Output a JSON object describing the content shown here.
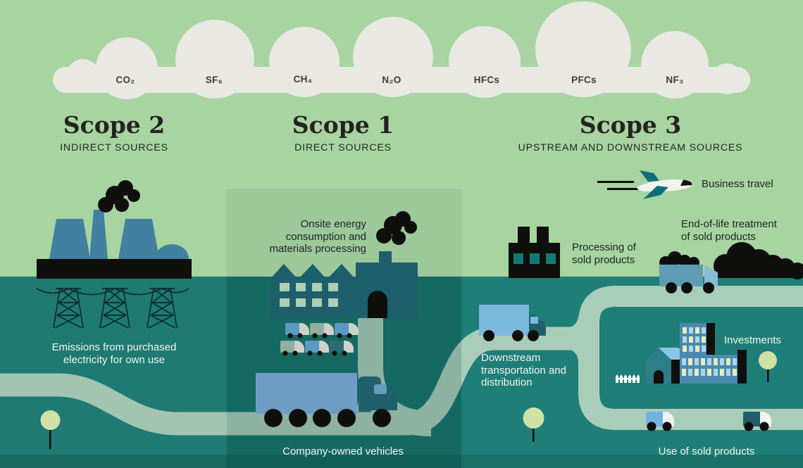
{
  "cloud": {
    "gases": [
      "CO₂",
      "SF₆",
      "CH₄",
      "N₂O",
      "HFCs",
      "PFCs",
      "NF₃"
    ]
  },
  "scopes": {
    "scope2": {
      "title": "Scope 2",
      "subtitle": "INDIRECT SOURCES"
    },
    "scope1": {
      "title": "Scope 1",
      "subtitle": "DIRECT SOURCES"
    },
    "scope3": {
      "title": "Scope 3",
      "subtitle": "UPSTREAM AND DOWNSTREAM SOURCES"
    }
  },
  "labels": {
    "emissions_purchased": "Emissions from purchased electricity for own use",
    "onsite": "Onsite energy consumption and materials processing",
    "company_vehicles": "Company-owned vehicles",
    "business_travel": "Business travel",
    "processing": "Processing of sold products",
    "end_of_life": "End-of-life treatment of sold products",
    "downstream": "Downstream transportation and distribution",
    "investments": "Investments",
    "use_of_sold": "Use of sold products"
  },
  "colors": {
    "sky": "#a7d4a0",
    "sky_mid": "#9cc89a",
    "cloud": "#e9e8e2",
    "ground_left": "#1e7a72",
    "ground_mid": "#146963",
    "ground_right": "#1f7e77",
    "ground_bottom_left": "#186a61",
    "ground_bottom_mid": "#115f59",
    "ground_bottom_right": "#1a716a",
    "road_left": "#a2c4b1",
    "road_mid": "#8db2a2",
    "road_right": "#aacdb9",
    "ink": "#0f0f0e",
    "steel_blue": "#41809f",
    "factory_teal": "#1d5f6a",
    "window_mint": "#abd0b5",
    "truck_blue": "#6f9cc4",
    "cab_teal": "#1f606b",
    "cab_window": "#639bc0",
    "van_blue": "#5c99c0",
    "van_sage": "#8fae9e",
    "van_teal": "#2d6b77",
    "van_gray": "#cdd2c9",
    "light_blue": "#7cb7de",
    "truck_body_blue": "#5e9cb3",
    "truck_cab_light": "#86bdd4",
    "pale_blue": "#8cc6e4",
    "bldg_blue": "#4a89ad",
    "win_yellow": "#e9e9c0",
    "win_blue": "#a8d8ea",
    "tree_green": "#cfe2a5",
    "plane_white": "#f3f2ed",
    "plane_teal": "#0e6e79",
    "wire": "#0c2a30",
    "fence_white": "#ffffff",
    "text_dark": "#1b2521",
    "text_light": "#f2f5f1",
    "heading": "#262220"
  }
}
